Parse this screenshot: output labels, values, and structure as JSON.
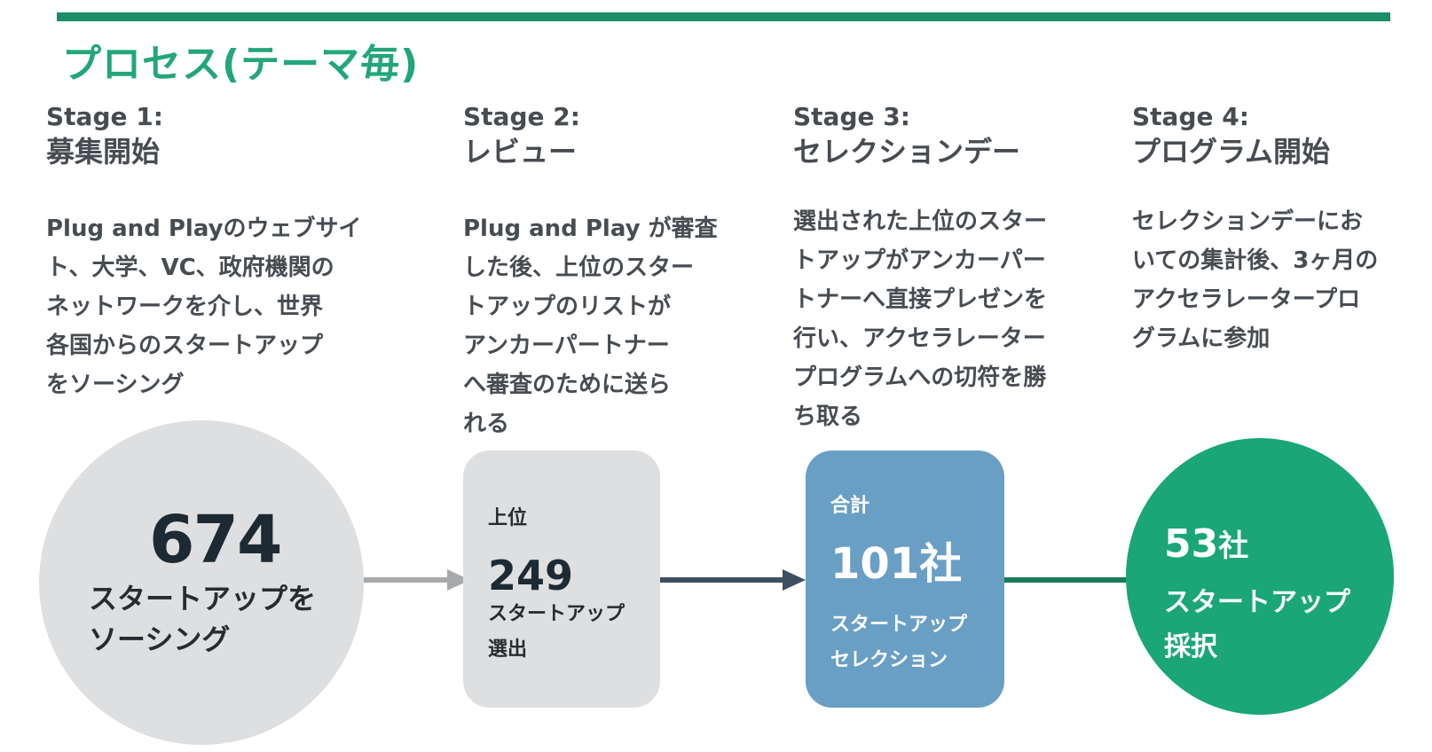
{
  "title": "プロセス(テーマ毎)",
  "stages": [
    {
      "number": "Stage 1:",
      "name": "募集開始",
      "description": [
        "Plug and Playのウェブサイ",
        "ト、大学、VC、政府機関の",
        "ネットワークを介し、世界",
        "各国からのスタートアップ",
        "をソーシング"
      ]
    },
    {
      "number": "Stage 2:",
      "name": "レビュー",
      "description": [
        "Plug and Play が審査",
        "した後、上位のスター",
        "トアップのリストが",
        "アンカーパートナー",
        "へ審査のために送ら",
        "れる"
      ]
    },
    {
      "number": "Stage 3:",
      "name": "セレクションデー",
      "description": [
        "選出された上位のスター",
        "トアップがアンカーパー",
        "トナーへ直接プレゼンを",
        "行い、アクセラレーター",
        "プログラムへの切符を勝",
        "ち取る"
      ]
    },
    {
      "number": "Stage 4:",
      "name": "プログラム開始",
      "description": [
        "セレクションデーにお",
        "いての集計後、3ヶ月の",
        "アクセラレータープロ",
        "グラムに参加"
      ]
    }
  ],
  "nodes": {
    "n1": {
      "value": "674",
      "line1": "スタートアップを",
      "line2": "ソーシング",
      "color": "#dedfe0"
    },
    "n2": {
      "prefix": "上位",
      "value": "249",
      "line1": "スタートアップ",
      "line2": "選出",
      "color": "#dedfe0"
    },
    "n3": {
      "prefix": "合計",
      "value": "101社",
      "line1": "スタートアップ",
      "line2": "セレクション",
      "color": "#6a9fc5"
    },
    "n4": {
      "value": "53",
      "suffix": "社",
      "line1": "スタートアップ",
      "line2": "採択",
      "color": "#1aa676"
    }
  },
  "colors": {
    "accent": "#22a67a",
    "rule": "#1b8f66",
    "arrow1": "#a7a9ab",
    "arrow2": "#3d4f63",
    "arrow3": "#1b7a5a"
  }
}
